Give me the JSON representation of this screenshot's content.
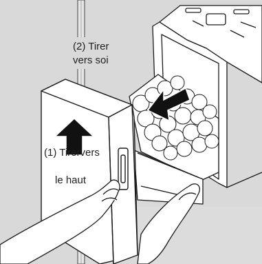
{
  "labels": {
    "step2_line1": "(2) Tirer",
    "step2_line2": "vers soi",
    "step1_line1": "(1) Tirervers",
    "step1_line2": "le haut"
  },
  "colors": {
    "background": "#d9d9d9",
    "line": "#1a1a1a",
    "fill": "#ffffff",
    "arrow": "#111111"
  }
}
